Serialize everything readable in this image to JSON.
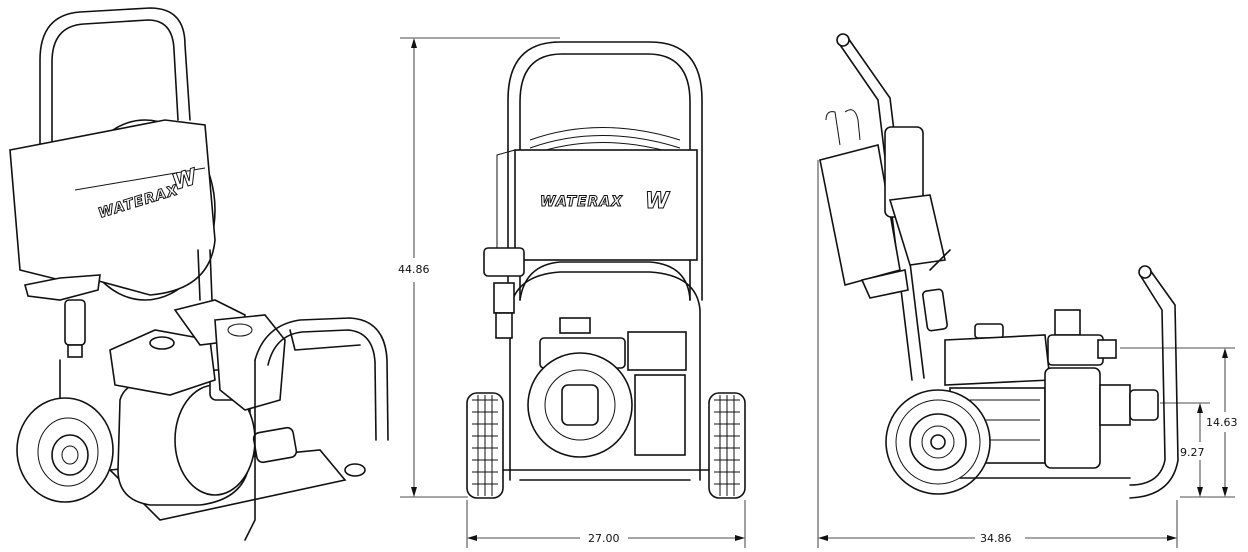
{
  "brand": {
    "logo_text": "WATERAX",
    "logo_mark": "W"
  },
  "views": {
    "isometric": {
      "label": ""
    },
    "front": {
      "dim_height": "44.86",
      "dim_width": "27.00"
    },
    "side": {
      "dim_length": "34.86",
      "dim_outlet_height": "14.63",
      "dim_inlet_height": "9.27"
    }
  }
}
